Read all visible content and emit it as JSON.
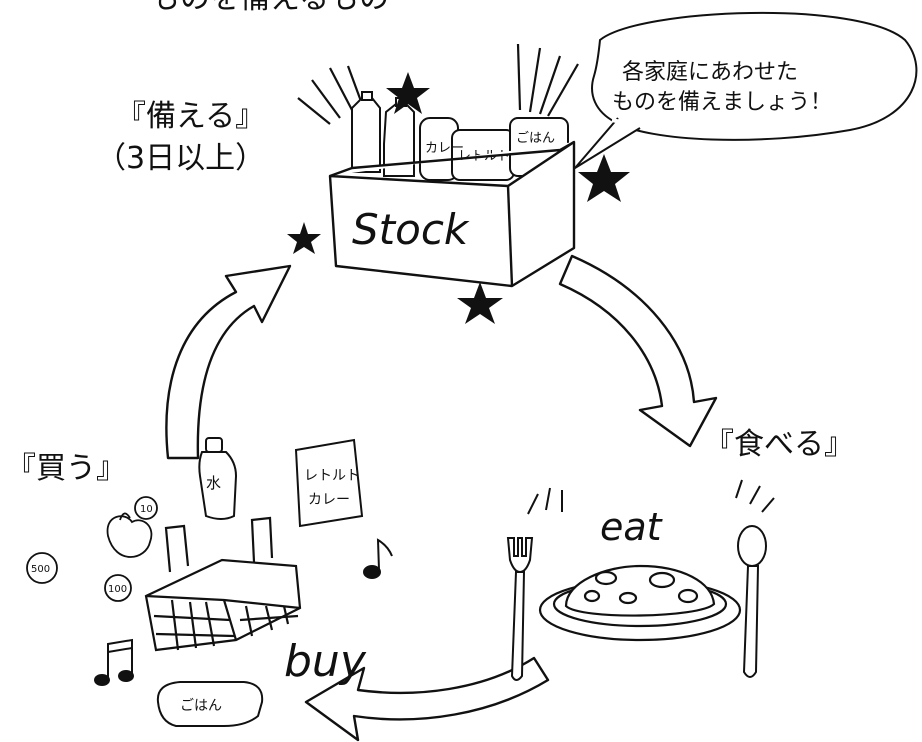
{
  "top_text_partial": "ものを備えるもの",
  "speech_bubble": {
    "line1": "各家庭にあわせた",
    "line2": "ものを備えましょう！"
  },
  "steps": {
    "prepare": {
      "label": "『備える』",
      "sub": "（3日以上）"
    },
    "eat": {
      "label": "『食べる』"
    },
    "buy": {
      "label": "『買う』"
    }
  },
  "stock_box": {
    "word": "Stock",
    "items": [
      "カレー",
      "レトルト",
      "ごはん"
    ]
  },
  "eat_scene": {
    "word": "eat"
  },
  "buy_scene": {
    "word": "buy",
    "water_label": "水",
    "pouch_label": [
      "レトルト",
      "カレー"
    ],
    "rice_label": "ごはん",
    "coins": [
      "500",
      "100",
      "10"
    ]
  }
}
